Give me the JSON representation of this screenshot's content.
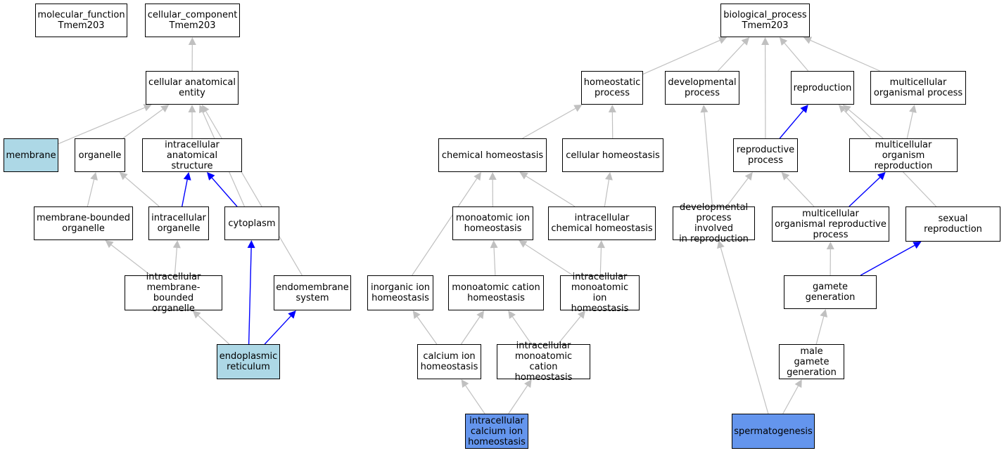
{
  "colors": {
    "gray_edge": "#c0c0c0",
    "blue_edge": "#0000ff",
    "light_blue": "#add8e6",
    "cornflower": "#6495ed"
  },
  "nodes": {
    "molecular_function": "molecular_function\nTmem203",
    "cellular_component": "cellular_component\nTmem203",
    "cellular_anatomical_entity": "cellular anatomical\nentity",
    "membrane": "membrane",
    "organelle": "organelle",
    "intracellular_anatomical_structure": "intracellular\nanatomical structure",
    "membrane_bounded_organelle": "membrane-bounded\norganelle",
    "intracellular_organelle": "intracellular\norganelle",
    "cytoplasm": "cytoplasm",
    "intracellular_membrane_bounded_organelle": "intracellular\nmembrane-bounded\norganelle",
    "endomembrane_system": "endomembrane\nsystem",
    "endoplasmic_reticulum": "endoplasmic\nreticulum",
    "biological_process": "biological_process\nTmem203",
    "homeostatic_process": "homeostatic\nprocess",
    "developmental_process": "developmental\nprocess",
    "reproduction": "reproduction",
    "multicellular_organismal_process": "multicellular\norganismal process",
    "chemical_homeostasis": "chemical homeostasis",
    "cellular_homeostasis": "cellular homeostasis",
    "reproductive_process": "reproductive\nprocess",
    "multicellular_organism_reproduction": "multicellular\norganism reproduction",
    "monoatomic_ion_homeostasis": "monoatomic ion\nhomeostasis",
    "intracellular_chemical_homeostasis": "intracellular\nchemical homeostasis",
    "developmental_process_involved_in_reproduction": "developmental\nprocess involved\nin reproduction",
    "multicellular_organismal_reproductive_process": "multicellular\norganismal reproductive\nprocess",
    "sexual_reproduction": "sexual reproduction",
    "inorganic_ion_homeostasis": "inorganic ion\nhomeostasis",
    "monoatomic_cation_homeostasis": "monoatomic cation\nhomeostasis",
    "intracellular_monoatomic_ion_homeostasis": "intracellular\nmonoatomic ion\nhomeostasis",
    "gamete_generation": "gamete generation",
    "calcium_ion_homeostasis": "calcium ion\nhomeostasis",
    "intracellular_monoatomic_cation_homeostasis": "intracellular\nmonoatomic cation\nhomeostasis",
    "male_gamete_generation": "male gamete\ngeneration",
    "intracellular_calcium_ion_homeostasis": "intracellular\ncalcium ion\nhomeostasis",
    "spermatogenesis": "spermatogenesis"
  },
  "edges": [
    {
      "from": "cellular_anatomical_entity",
      "to": "cellular_component",
      "color": "gray"
    },
    {
      "from": "membrane",
      "to": "cellular_anatomical_entity",
      "color": "gray"
    },
    {
      "from": "organelle",
      "to": "cellular_anatomical_entity",
      "color": "gray"
    },
    {
      "from": "intracellular_anatomical_structure",
      "to": "cellular_anatomical_entity",
      "color": "gray"
    },
    {
      "from": "cytoplasm",
      "to": "cellular_anatomical_entity",
      "color": "gray"
    },
    {
      "from": "endomembrane_system",
      "to": "cellular_anatomical_entity",
      "color": "gray"
    },
    {
      "from": "membrane_bounded_organelle",
      "to": "organelle",
      "color": "gray"
    },
    {
      "from": "intracellular_organelle",
      "to": "organelle",
      "color": "gray"
    },
    {
      "from": "intracellular_organelle",
      "to": "intracellular_anatomical_structure",
      "color": "blue"
    },
    {
      "from": "cytoplasm",
      "to": "intracellular_anatomical_structure",
      "color": "blue"
    },
    {
      "from": "intracellular_membrane_bounded_organelle",
      "to": "membrane_bounded_organelle",
      "color": "gray"
    },
    {
      "from": "intracellular_membrane_bounded_organelle",
      "to": "intracellular_organelle",
      "color": "gray"
    },
    {
      "from": "endoplasmic_reticulum",
      "to": "intracellular_membrane_bounded_organelle",
      "color": "gray"
    },
    {
      "from": "endoplasmic_reticulum",
      "to": "cytoplasm",
      "color": "blue"
    },
    {
      "from": "endoplasmic_reticulum",
      "to": "endomembrane_system",
      "color": "blue"
    },
    {
      "from": "homeostatic_process",
      "to": "biological_process",
      "color": "gray"
    },
    {
      "from": "developmental_process",
      "to": "biological_process",
      "color": "gray"
    },
    {
      "from": "reproduction",
      "to": "biological_process",
      "color": "gray"
    },
    {
      "from": "multicellular_organismal_process",
      "to": "biological_process",
      "color": "gray"
    },
    {
      "from": "reproductive_process",
      "to": "biological_process",
      "color": "gray"
    },
    {
      "from": "chemical_homeostasis",
      "to": "homeostatic_process",
      "color": "gray"
    },
    {
      "from": "cellular_homeostasis",
      "to": "homeostatic_process",
      "color": "gray"
    },
    {
      "from": "reproductive_process",
      "to": "reproduction",
      "color": "blue"
    },
    {
      "from": "multicellular_organism_reproduction",
      "to": "reproduction",
      "color": "gray"
    },
    {
      "from": "multicellular_organism_reproduction",
      "to": "multicellular_organismal_process",
      "color": "gray"
    },
    {
      "from": "sexual_reproduction",
      "to": "reproduction",
      "color": "gray"
    },
    {
      "from": "monoatomic_ion_homeostasis",
      "to": "chemical_homeostasis",
      "color": "gray"
    },
    {
      "from": "intracellular_chemical_homeostasis",
      "to": "chemical_homeostasis",
      "color": "gray"
    },
    {
      "from": "intracellular_chemical_homeostasis",
      "to": "cellular_homeostasis",
      "color": "gray"
    },
    {
      "from": "inorganic_ion_homeostasis",
      "to": "chemical_homeostasis",
      "color": "gray"
    },
    {
      "from": "developmental_process_involved_in_reproduction",
      "to": "developmental_process",
      "color": "gray"
    },
    {
      "from": "developmental_process_involved_in_reproduction",
      "to": "reproductive_process",
      "color": "gray"
    },
    {
      "from": "multicellular_organismal_reproductive_process",
      "to": "reproductive_process",
      "color": "gray"
    },
    {
      "from": "multicellular_organismal_reproductive_process",
      "to": "multicellular_organism_reproduction",
      "color": "blue"
    },
    {
      "from": "monoatomic_cation_homeostasis",
      "to": "monoatomic_ion_homeostasis",
      "color": "gray"
    },
    {
      "from": "intracellular_monoatomic_ion_homeostasis",
      "to": "monoatomic_ion_homeostasis",
      "color": "gray"
    },
    {
      "from": "intracellular_monoatomic_ion_homeostasis",
      "to": "intracellular_chemical_homeostasis",
      "color": "gray"
    },
    {
      "from": "gamete_generation",
      "to": "multicellular_organismal_reproductive_process",
      "color": "gray"
    },
    {
      "from": "gamete_generation",
      "to": "sexual_reproduction",
      "color": "blue"
    },
    {
      "from": "calcium_ion_homeostasis",
      "to": "inorganic_ion_homeostasis",
      "color": "gray"
    },
    {
      "from": "calcium_ion_homeostasis",
      "to": "monoatomic_cation_homeostasis",
      "color": "gray"
    },
    {
      "from": "intracellular_monoatomic_cation_homeostasis",
      "to": "monoatomic_cation_homeostasis",
      "color": "gray"
    },
    {
      "from": "intracellular_monoatomic_cation_homeostasis",
      "to": "intracellular_monoatomic_ion_homeostasis",
      "color": "gray"
    },
    {
      "from": "male_gamete_generation",
      "to": "gamete_generation",
      "color": "gray"
    },
    {
      "from": "intracellular_calcium_ion_homeostasis",
      "to": "calcium_ion_homeostasis",
      "color": "gray"
    },
    {
      "from": "intracellular_calcium_ion_homeostasis",
      "to": "intracellular_monoatomic_cation_homeostasis",
      "color": "gray"
    },
    {
      "from": "spermatogenesis",
      "to": "male_gamete_generation",
      "color": "gray"
    },
    {
      "from": "spermatogenesis",
      "to": "developmental_process_involved_in_reproduction",
      "color": "gray"
    }
  ]
}
